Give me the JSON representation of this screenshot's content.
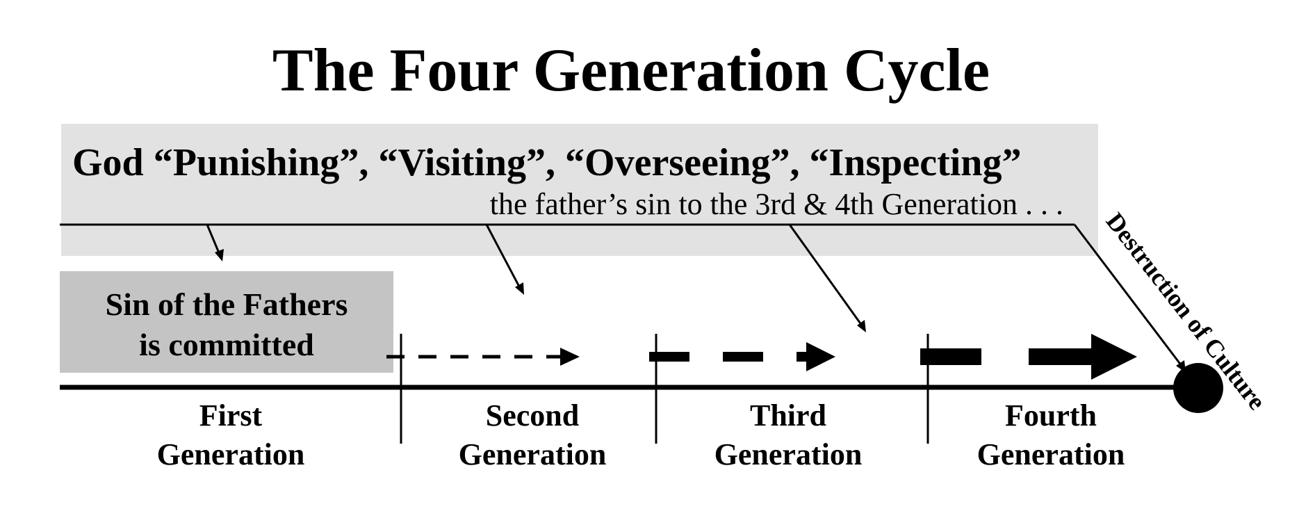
{
  "title": "The Four Generation Cycle",
  "banner": {
    "heading": "God “Punishing”, “Visiting”, “Overseeing”, “Inspecting”",
    "subheading": "the father’s sin to the 3rd & 4th Generation . . ."
  },
  "sin_box": {
    "line1": "Sin of the Fathers",
    "line2": "is committed"
  },
  "generations": [
    {
      "line1": "First",
      "line2": "Generation"
    },
    {
      "line1": "Second",
      "line2": "Generation"
    },
    {
      "line1": "Third",
      "line2": "Generation"
    },
    {
      "line1": "Fourth",
      "line2": "Generation"
    }
  ],
  "endpoint_label": "Destruction of Culture",
  "colors": {
    "banner_bg": "#e2e2e2",
    "sin_box_bg": "#c4c4c4",
    "ink": "#000000"
  }
}
